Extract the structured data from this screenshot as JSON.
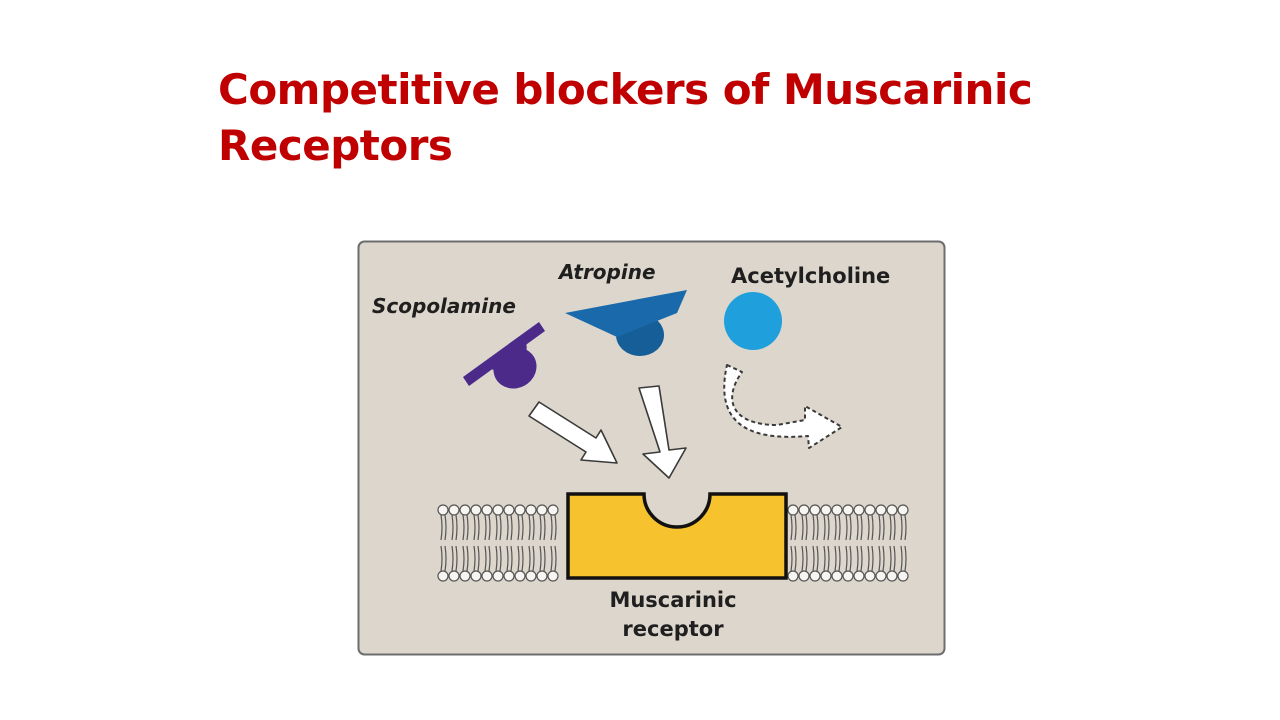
{
  "slide": {
    "title_line1": "Competitive blockers of Muscarinic",
    "title_line2": "Receptors"
  },
  "diagram": {
    "labels": {
      "scopolamine": "Scopolamine",
      "atropine": "Atropine",
      "acetylcholine": "Acetylcholine",
      "receptor_line1": "Muscarinic",
      "receptor_line2": "receptor"
    },
    "colors": {
      "panel_bg": "#dcd6cc",
      "panel_border": "#6d6d6d",
      "scopolamine": "#4b2a8a",
      "atropine": "#1a6aab",
      "acetylcholine": "#1fa0dc",
      "receptor": "#f6c22e",
      "title": "#c00000"
    }
  }
}
